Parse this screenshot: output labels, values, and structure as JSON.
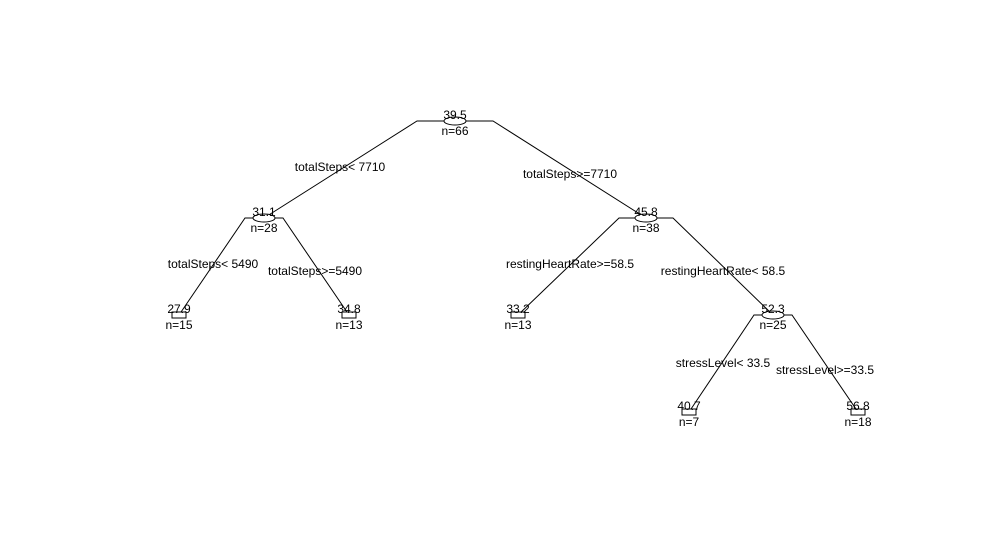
{
  "tree": {
    "nodes": [
      {
        "id": "root",
        "value": "39.5",
        "n": "n=66",
        "shape": "ellipse"
      },
      {
        "id": "n1",
        "value": "31.1",
        "n": "n=28",
        "shape": "ellipse"
      },
      {
        "id": "n2",
        "value": "45.8",
        "n": "n=38",
        "shape": "ellipse"
      },
      {
        "id": "l1",
        "value": "27.9",
        "n": "n=15",
        "shape": "rect"
      },
      {
        "id": "l2",
        "value": "34.8",
        "n": "n=13",
        "shape": "rect"
      },
      {
        "id": "l3",
        "value": "33.2",
        "n": "n=13",
        "shape": "rect"
      },
      {
        "id": "n3",
        "value": "52.3",
        "n": "n=25",
        "shape": "ellipse"
      },
      {
        "id": "l4",
        "value": "40.7",
        "n": "n=7",
        "shape": "rect"
      },
      {
        "id": "l5",
        "value": "56.8",
        "n": "n=18",
        "shape": "rect"
      }
    ],
    "splits": [
      {
        "parent": "root",
        "left": "n1",
        "right": "n2",
        "left_label": "totalSteps< 7710",
        "right_label": "totalSteps>=7710"
      },
      {
        "parent": "n1",
        "left": "l1",
        "right": "l2",
        "left_label": "totalSteps< 5490",
        "right_label": "totalSteps>=5490"
      },
      {
        "parent": "n2",
        "left": "l3",
        "right": "n3",
        "left_label": "restingHeartRate>=58.5",
        "right_label": "restingHeartRate< 58.5"
      },
      {
        "parent": "n3",
        "left": "l4",
        "right": "l5",
        "left_label": "stressLevel< 33.5",
        "right_label": "stressLevel>=33.5"
      }
    ]
  }
}
